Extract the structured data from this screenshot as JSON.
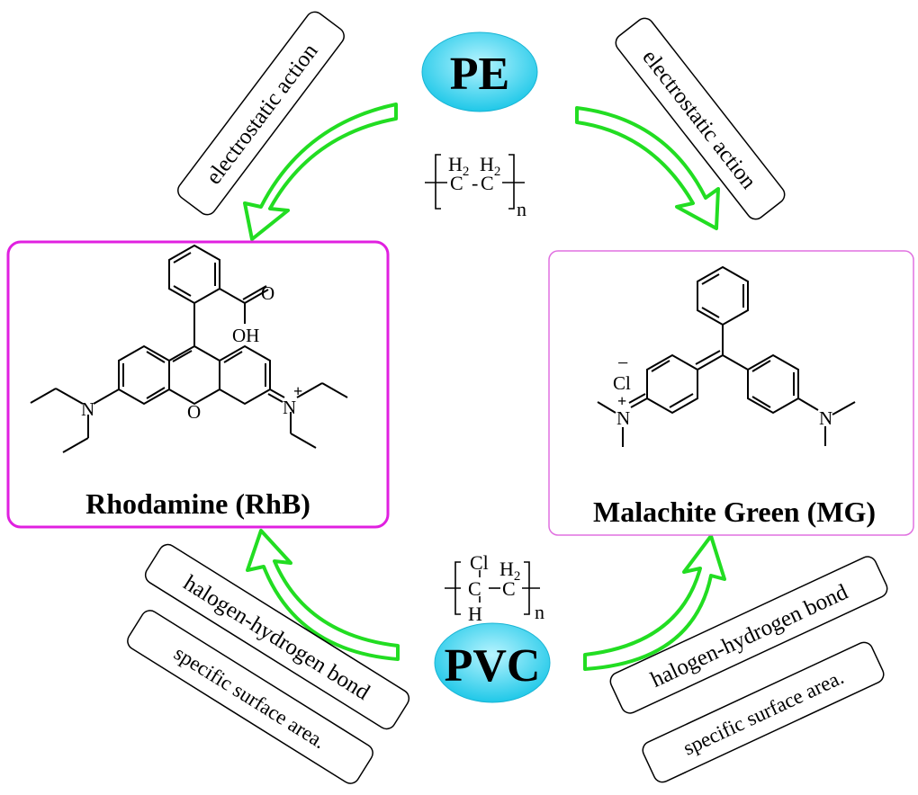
{
  "nodes": {
    "pe": {
      "label": "PE"
    },
    "pvc": {
      "label": "PVC"
    },
    "rhb": {
      "label": "Rhodamine (RhB)"
    },
    "mg": {
      "label": "Malachite Green (MG)"
    }
  },
  "mechanisms": {
    "pe_left": "electrostatic action",
    "pe_right": "electrostatic action",
    "pvc_left_1": "halogen-hydrogen bond",
    "pvc_left_2": "specific surface area.",
    "pvc_right_1": "halogen-hydrogen bond",
    "pvc_right_2": "specific surface area."
  },
  "pe_formula": {
    "h2_a": "H",
    "h2_b": "H",
    "sub2_a": "2",
    "sub2_b": "2",
    "c_a": "C",
    "c_b": "C",
    "dash": "-",
    "n": "n"
  },
  "pvc_formula": {
    "cl": "Cl",
    "c_a": "C",
    "c_b": "C",
    "h2": "H",
    "sub2": "2",
    "h": "H",
    "n": "n"
  },
  "rhb_atoms": {
    "o_carbonyl": "O",
    "oh": "OH",
    "o_ring": "O",
    "n_left": "N",
    "n_right": "N",
    "plus": "+"
  },
  "mg_atoms": {
    "cl": "Cl",
    "minus": "−",
    "n_left": "N",
    "plus": "+",
    "n_right": "N"
  },
  "colors": {
    "ellipse_fill": "#1fc8e8",
    "arrow_stroke": "#22dd22",
    "rhb_border": "#e020e0",
    "mg_border": "#e070e0",
    "text": "#000000"
  }
}
